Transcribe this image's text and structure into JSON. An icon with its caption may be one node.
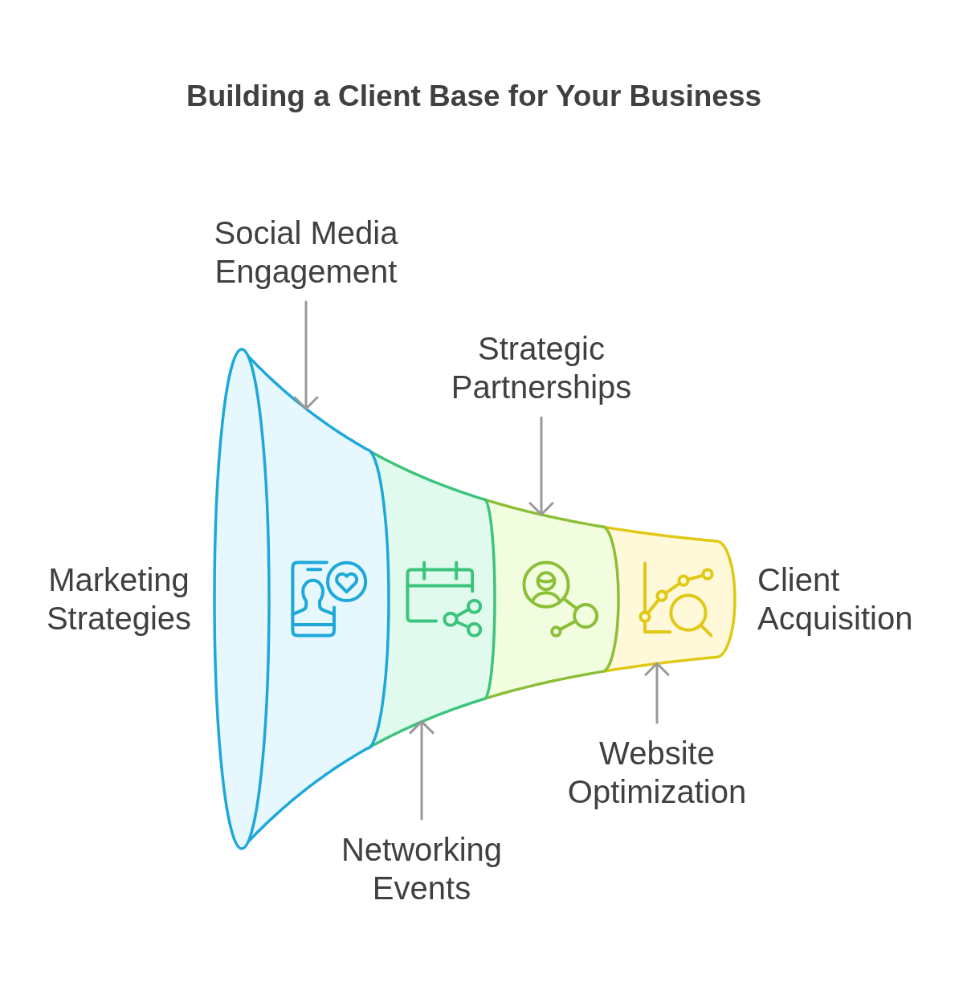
{
  "diagram": {
    "title": "Building a Client Base for Your Business",
    "nodes": [
      {
        "text": [
          "Social Media Engagement"
        ]
      },
      {
        "text": [
          "Strategic Partnerships"
        ]
      },
      {
        "text": [],
        "shape": "band",
        "beside": [
          "Marketing Strategies"
        ]
      },
      {
        "text": [],
        "shape": "band"
      },
      {
        "text": [],
        "shape": "band"
      },
      {
        "text": [],
        "shape": "band",
        "beside": [
          "Client Acquisition"
        ]
      },
      {
        "text": [
          "Website Optimization"
        ]
      },
      {
        "text": [
          "Networking Events"
        ]
      }
    ],
    "edges": [
      {
        "from": 0,
        "to": 2,
        "arrow": "to"
      },
      {
        "from": 1,
        "to": 4,
        "arrow": "to"
      },
      {
        "from": 6,
        "to": 5,
        "arrow": "to"
      },
      {
        "from": 7,
        "to": 3,
        "arrow": "to"
      }
    ]
  }
}
